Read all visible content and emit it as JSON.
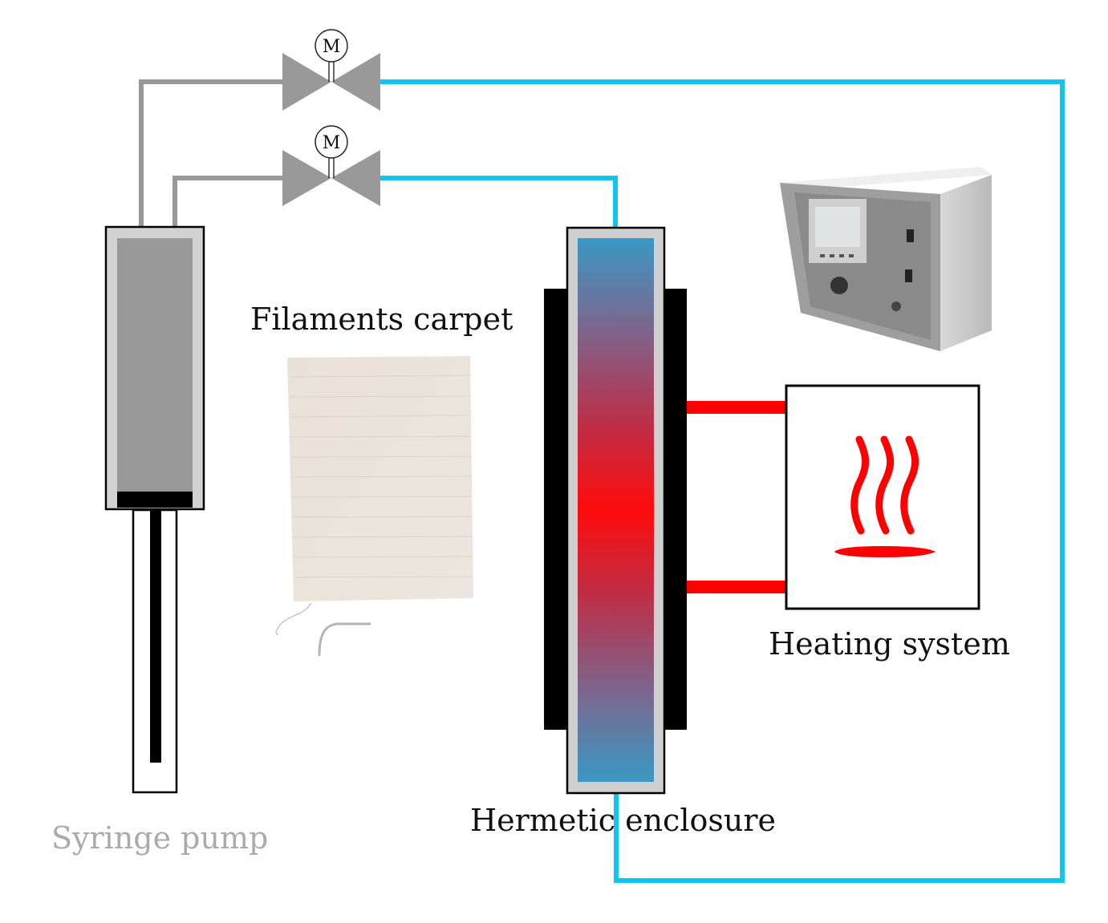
{
  "labels": {
    "filaments_carpet": "Filaments carpet",
    "heating_system": "Heating system",
    "hermetic_enclosure": "Hermetic enclosure",
    "syringe_pump": "Syringe pump",
    "valve_top_motor": "M",
    "valve_bottom_motor": "M"
  },
  "colors": {
    "gray_pipe": "#999999",
    "blue_pipe": "#11c5f2",
    "heat_red": "#ff0000",
    "enclosure_blue": "#3a8fc0",
    "syringe_label": "#aaaaaa",
    "text": "#111111"
  },
  "icons": {
    "valve": "motorized-valve-icon",
    "heat": "heat-waves-icon",
    "carpet": "filament-carpet-photo",
    "controller": "temperature-controller-photo"
  }
}
